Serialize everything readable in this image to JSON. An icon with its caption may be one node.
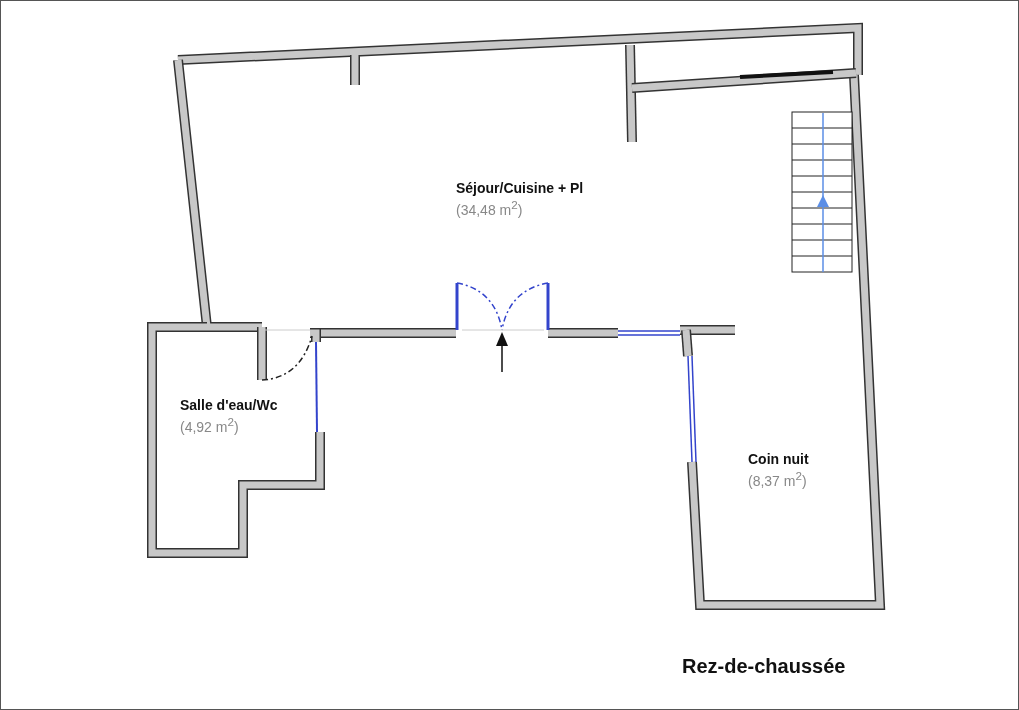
{
  "diagram": {
    "title": "Rez-de-chaussée",
    "nodes": [
      {
        "text": [
          "Séjour/Cuisine + Pl",
          "(34,48 m$^{2}$)"
        ]
      },
      {
        "text": [
          "Salle d'eau/Wc",
          "(4,92 m$^{2}$)"
        ]
      },
      {
        "text": [
          "Coin nuit",
          "(8,37 m$^{2}$)"
        ]
      }
    ]
  }
}
